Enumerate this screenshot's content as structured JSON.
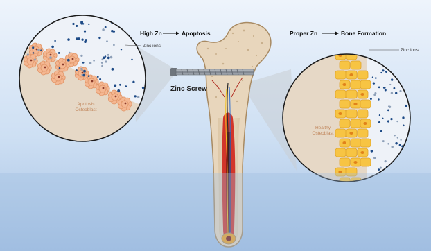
{
  "figure": {
    "left_heading": {
      "cause": "High Zn",
      "effect": "Apoptosis"
    },
    "right_heading": {
      "cause": "Proper Zn",
      "effect": "Bone Formation"
    },
    "left_ion_label": "Zinc ions",
    "right_ion_label": "Zinc ions",
    "screw_label": "Zinc Screw",
    "left_cell_label": [
      "Apotosis",
      "Osteoblast"
    ],
    "right_cell_label": [
      "Healthy",
      "Osteoblast"
    ]
  },
  "colors": {
    "background_top": "#eaf2fb",
    "background_bottom": "#a6c1e3",
    "bone_tissue": "#e8d6bc",
    "bone_outline": "#a88a62",
    "marrow": "#d2352a",
    "zinc_ion_dark": "#1d4a86",
    "zinc_ion_light": "#8ea0b8",
    "apoptotic_cell": "#f4b792",
    "healthy_cell": "#f7c443",
    "screw": "#8a8f97"
  }
}
